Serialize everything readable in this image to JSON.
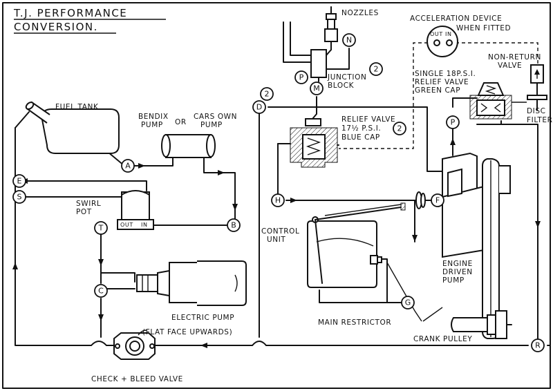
{
  "title": {
    "line1": "T.J. PERFORMANCE",
    "line2": "CONVERSION."
  },
  "labels": {
    "nozzles": "NOZZLES",
    "acceleration_1": "ACCELERATION DEVICE",
    "acceleration_2": "WHEN FITTED",
    "accel_out": "OUT",
    "accel_in": "IN",
    "non_return_1": "NON-RETURN",
    "non_return_2": "VALVE",
    "single_relief_1": "SINGLE 18P.S.I.",
    "single_relief_2": "RELIEF VALVE",
    "single_relief_3": "GREEN CAP",
    "disc_filter_1": "DISC",
    "disc_filter_2": "FILTER",
    "junction_1": "JUNCTION",
    "junction_2": "BLOCK",
    "fuel_tank": "FUEL TANK",
    "bendix_1": "BENDIX",
    "bendix_2": "PUMP",
    "or": "OR",
    "cars_own_1": "CARS OWN",
    "cars_own_2": "PUMP",
    "relief_valve_1": "RELIEF VALVE",
    "relief_valve_2": "17½ P.S.I.",
    "relief_valve_3": "BLUE CAP",
    "swirl_1": "SWIRL",
    "swirl_2": "POT",
    "swirl_out": "OUT",
    "swirl_in": "IN",
    "control_1": "CONTROL",
    "control_2": "UNIT",
    "engine_1": "ENGINE",
    "engine_2": "DRIVEN",
    "engine_3": "PUMP",
    "electric_pump": "ELECTRIC PUMP",
    "main_restrictor": "MAIN RESTRICTOR",
    "crank_pulley": "CRANK PULLEY",
    "flat_face": "(FLAT FACE UPWARDS)",
    "check_bleed": "CHECK + BLEED VALVE"
  },
  "nodes": {
    "N": "N",
    "P1": "P",
    "M": "M",
    "two_junction": "2",
    "two_d": "2",
    "two_relief": "2",
    "D": "D",
    "A": "A",
    "E": "E",
    "S": "S",
    "B": "B",
    "T": "T",
    "H": "H",
    "C": "C",
    "P2": "P",
    "F": "F",
    "G": "G",
    "R": "R"
  }
}
